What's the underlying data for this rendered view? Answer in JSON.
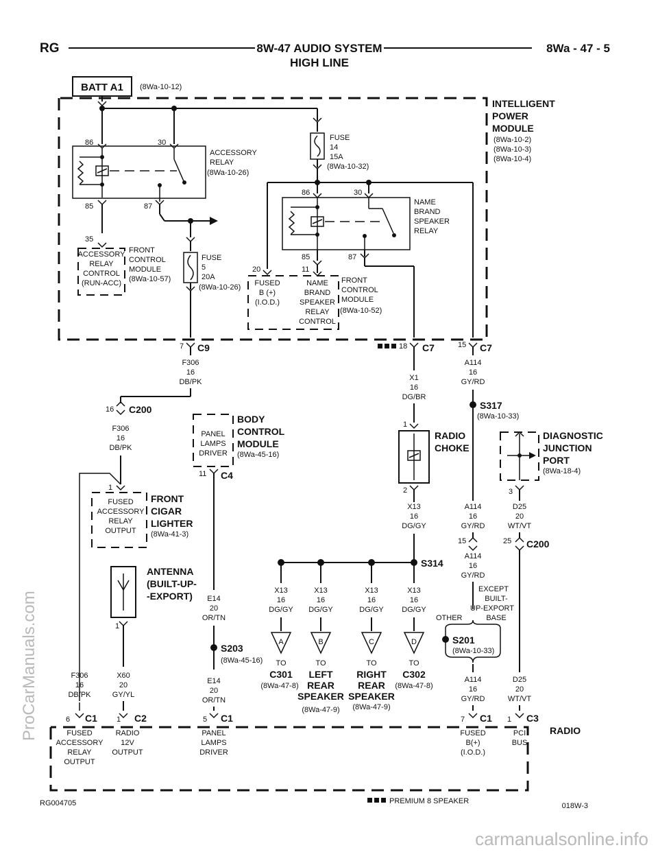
{
  "header": {
    "left": "RG",
    "title_line1": "8W-47 AUDIO SYSTEM",
    "title_line2": "HIGH LINE",
    "right": "8Wa - 47 - 5"
  },
  "batt": {
    "label": "BATT A1",
    "ref": "(8Wa-10-12)"
  },
  "ipm": {
    "title": [
      "INTELLIGENT",
      "POWER",
      "MODULE"
    ],
    "refs": [
      "(8Wa-10-2)",
      "(8Wa-10-3)",
      "(8Wa-10-4)"
    ]
  },
  "accessory_relay": {
    "pins": {
      "p86": "86",
      "p30": "30",
      "p85": "85",
      "p87": "87"
    },
    "label": [
      "ACCESSORY",
      "RELAY",
      "(8Wa-10-26)"
    ]
  },
  "fuse14": {
    "lines": [
      "FUSE",
      "14",
      "15A",
      "(8Wa-10-32)"
    ]
  },
  "fuse5": {
    "lines": [
      "FUSE",
      "5",
      "20A",
      "(8Wa-10-26)"
    ]
  },
  "nbs_relay": {
    "pins": {
      "p86": "86",
      "p30": "30",
      "p85": "85",
      "p87": "87"
    },
    "label": [
      "NAME",
      "BRAND",
      "SPEAKER",
      "RELAY"
    ]
  },
  "fcm_left": {
    "pin": "35",
    "box": [
      "ACCESSORY",
      "RELAY",
      "CONTROL",
      "(RUN-ACC)"
    ],
    "label": [
      "FRONT",
      "CONTROL",
      "MODULE",
      "(8Wa-10-57)"
    ]
  },
  "fcm_right": {
    "pin20": "20",
    "pin11": "11",
    "box1": [
      "FUSED",
      "B (+)",
      "(I.O.D.)"
    ],
    "box2": [
      "NAME",
      "BRAND",
      "SPEAKER",
      "RELAY",
      "CONTROL"
    ],
    "label": [
      "FRONT",
      "CONTROL",
      "MODULE",
      "(8Wa-10-52)"
    ]
  },
  "connectors": {
    "c9": {
      "pin": "7",
      "name": "C9"
    },
    "c7a": {
      "pin": "18",
      "name": "C7"
    },
    "c7b": {
      "pin": "15",
      "name": "C7"
    },
    "c200a": {
      "pin": "16",
      "name": "C200"
    },
    "c4": {
      "pin": "11",
      "name": "C4"
    },
    "c200b": {
      "pin_a": "15",
      "pin_b": "25",
      "name": "C200"
    },
    "radio_c1a": {
      "pin": "6",
      "name": "C1"
    },
    "radio_c2": {
      "pin": "1",
      "name": "C2"
    },
    "radio_c1b": {
      "pin": "5",
      "name": "C1"
    },
    "radio_c1c": {
      "pin": "7",
      "name": "C1"
    },
    "radio_c3": {
      "pin": "1",
      "name": "C3"
    }
  },
  "wires": {
    "f306_top": [
      "F306",
      "16",
      "DB/PK"
    ],
    "f306_mid": [
      "F306",
      "16",
      "DB/PK"
    ],
    "f306_low": [
      "F306",
      "16",
      "DB/PK"
    ],
    "x1": [
      "X1",
      "16",
      "DG/BR"
    ],
    "a114_top": [
      "A114",
      "16",
      "GY/RD"
    ],
    "a114_mid": [
      "A114",
      "16",
      "GY/RD"
    ],
    "a114_c200": [
      "A114",
      "16",
      "GY/RD"
    ],
    "a114_low": [
      "A114",
      "16",
      "GY/RD"
    ],
    "x13_choke": [
      "X13",
      "16",
      "DG/GY"
    ],
    "d25_top": [
      "D25",
      "20",
      "WT/VT"
    ],
    "d25_low": [
      "D25",
      "20",
      "WT/VT"
    ],
    "e14_top": [
      "E14",
      "20",
      "OR/TN"
    ],
    "e14_low": [
      "E14",
      "20",
      "OR/TN"
    ],
    "x60": [
      "X60",
      "20",
      "GY/YL"
    ],
    "x13_a": [
      "X13",
      "16",
      "DG/GY"
    ],
    "x13_b": [
      "X13",
      "16",
      "DG/GY"
    ],
    "x13_c": [
      "X13",
      "16",
      "DG/GY"
    ],
    "x13_d": [
      "X13",
      "16",
      "DG/GY"
    ]
  },
  "splices": {
    "s317": {
      "name": "S317",
      "ref": "(8Wa-10-33)"
    },
    "s314": {
      "name": "S314"
    },
    "s203": {
      "name": "S203",
      "ref": "(8Wa-45-16)"
    },
    "s201": {
      "name": "S201",
      "ref": "(8Wa-10-33)"
    }
  },
  "bcm": {
    "box": [
      "PANEL",
      "LAMPS",
      "DRIVER"
    ],
    "title": [
      "BODY",
      "CONTROL",
      "MODULE"
    ],
    "ref": "(8Wa-45-16)"
  },
  "radio_choke": {
    "title": [
      "RADIO",
      "CHOKE"
    ],
    "pin1": "1",
    "pin2": "2"
  },
  "dlc": {
    "title": [
      "DIAGNOSTIC",
      "JUNCTION",
      "PORT"
    ],
    "ref": "(8Wa-18-4)",
    "pin": "3"
  },
  "lighter": {
    "pin": "1",
    "box": [
      "FUSED",
      "ACCESSORY",
      "RELAY",
      "OUTPUT"
    ],
    "title": [
      "FRONT",
      "CIGAR",
      "LIGHTER"
    ],
    "ref": "(8Wa-41-3)"
  },
  "antenna": {
    "title": [
      "ANTENNA",
      "(BUILT-UP-",
      "-EXPORT)"
    ],
    "pin": "1"
  },
  "options": {
    "other": "OTHER",
    "except": [
      "EXCEPT",
      "BUILT-",
      "UP-EXPORT",
      "BASE"
    ]
  },
  "speakers": {
    "a": {
      "letter": "A",
      "to": "TO",
      "name": [
        "C301"
      ],
      "ref": "(8Wa-47-8)"
    },
    "b": {
      "letter": "B",
      "to": "TO",
      "name": [
        "LEFT",
        "REAR",
        "SPEAKER"
      ],
      "ref": "(8Wa-47-9)"
    },
    "c": {
      "letter": "C",
      "to": "TO",
      "name": [
        "RIGHT",
        "REAR",
        "SPEAKER"
      ],
      "ref": "(8Wa-47-9)"
    },
    "d": {
      "letter": "D",
      "to": "TO",
      "name": [
        "C302"
      ],
      "ref": "(8Wa-47-8)"
    }
  },
  "radio": {
    "title": "RADIO",
    "pin_labels": {
      "fused_acc": [
        "FUSED",
        "ACCESSORY",
        "RELAY",
        "OUTPUT"
      ],
      "radio12v": [
        "RADIO",
        "12V",
        "OUTPUT"
      ],
      "panel": [
        "PANEL",
        "LAMPS",
        "DRIVER"
      ],
      "fused_b": [
        "FUSED",
        "B(+)",
        "(I.O.D.)"
      ],
      "pci": [
        "PCI",
        "BUS"
      ]
    }
  },
  "footer": {
    "left": "RG004705",
    "center": "PREMIUM 8 SPEAKER",
    "right": "018W-3"
  },
  "watermarks": {
    "side": "ProCarManuals.com",
    "bottom": "carmanualsonline.info"
  }
}
